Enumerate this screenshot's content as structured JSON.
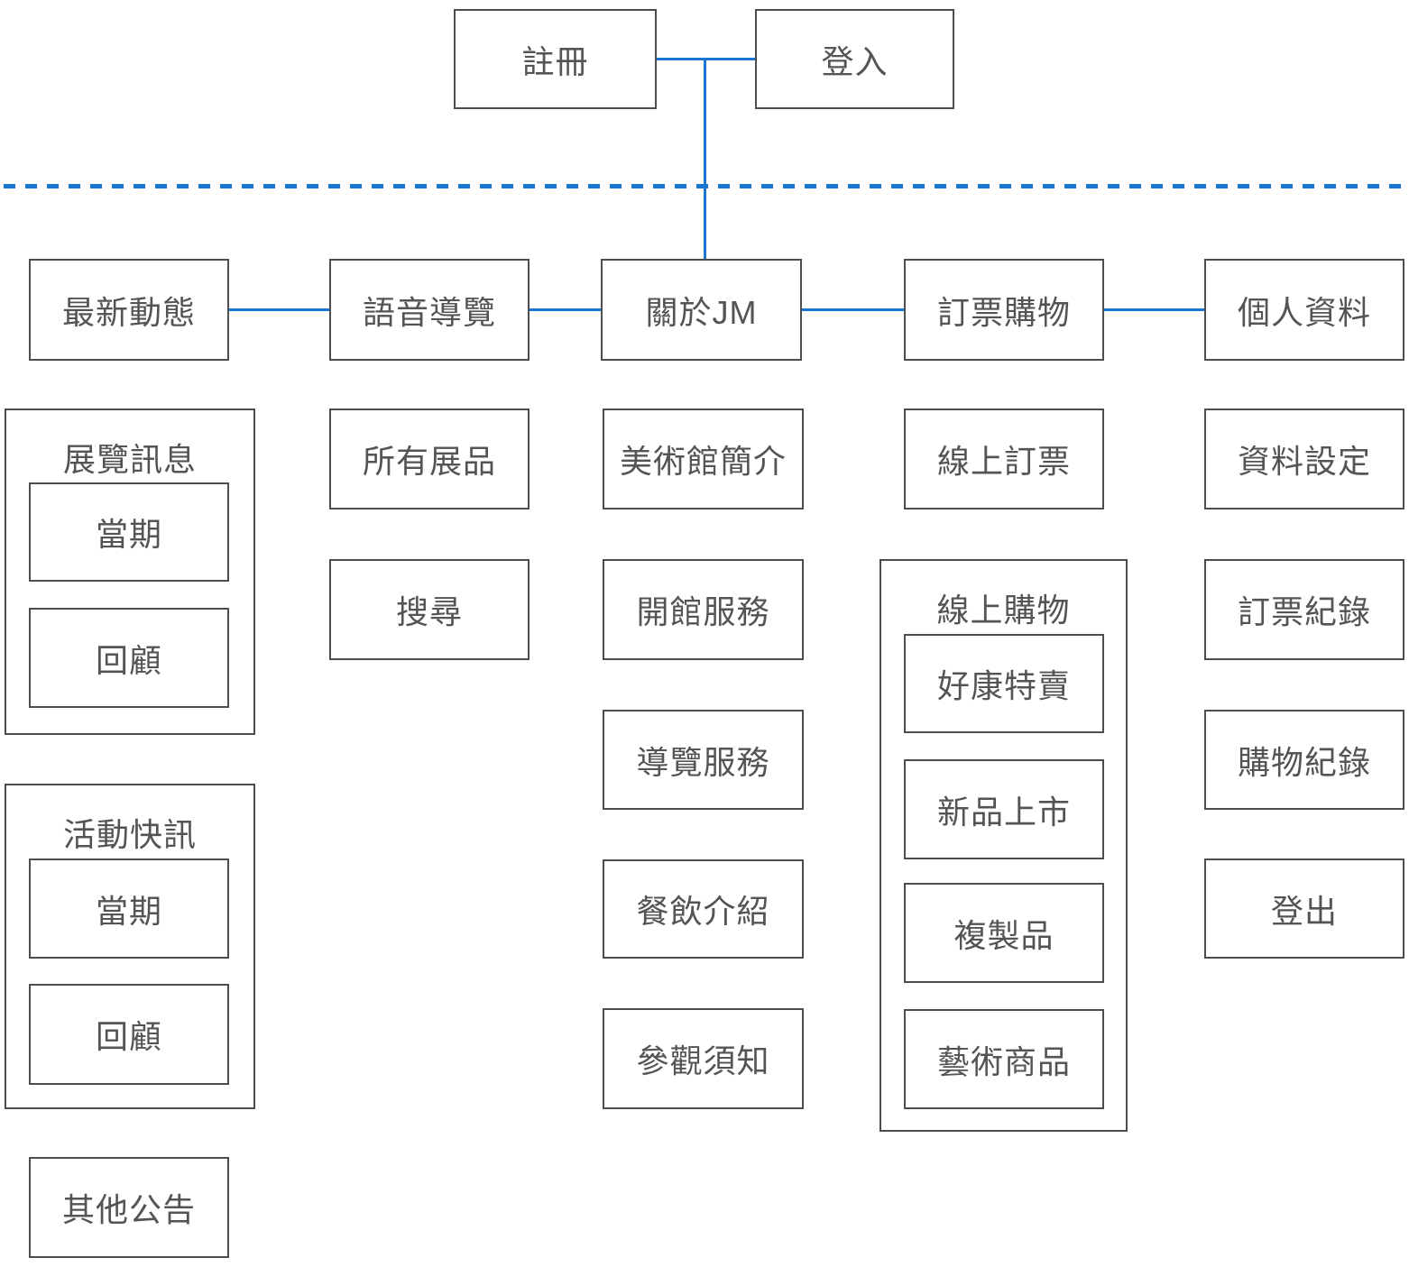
{
  "diagram": {
    "type": "sitemap-flowchart",
    "auth": {
      "register": "註冊",
      "login": "登入"
    },
    "nav": {
      "news": "最新動態",
      "audio_guide": "語音導覽",
      "about_jm": "關於JM",
      "ticketing_shopping": "訂票購物",
      "profile": "個人資料"
    },
    "news_column": {
      "exhibition_group": "展覽訊息",
      "exhibition_current": "當期",
      "exhibition_review": "回顧",
      "event_group": "活動快訊",
      "event_current": "當期",
      "event_review": "回顧",
      "other_announcements": "其他公告"
    },
    "audio_guide_column": {
      "all_exhibits": "所有展品",
      "search": "搜尋"
    },
    "about_column": {
      "museum_intro": "美術館簡介",
      "opening_services": "開館服務",
      "guide_services": "導覽服務",
      "dining_info": "餐飲介紹",
      "visitor_notice": "參觀須知"
    },
    "ticketing_column": {
      "online_ticketing": "線上訂票",
      "shopping_group": "線上購物",
      "special_deals": "好康特賣",
      "new_arrivals": "新品上市",
      "replicas": "複製品",
      "art_merchandise": "藝術商品"
    },
    "profile_column": {
      "profile_settings": "資料設定",
      "ticket_records": "訂票紀錄",
      "shopping_records": "購物紀錄",
      "logout": "登出"
    },
    "colors": {
      "connector_blue": "#1976d2",
      "box_border_gray": "#4d4d4d",
      "text_gray": "#545454",
      "background": "#ffffff"
    }
  }
}
